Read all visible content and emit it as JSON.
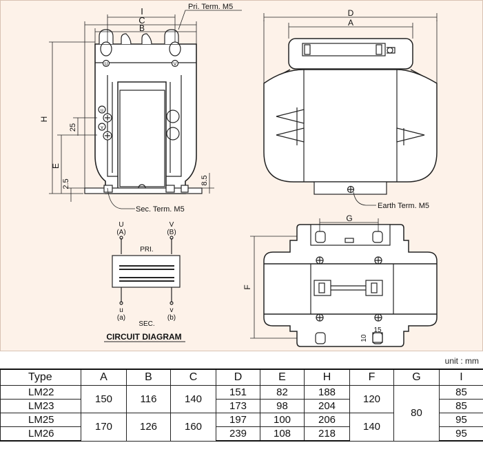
{
  "labels": {
    "pri_term": "Pri. Term. M5",
    "sec_term": "Sec. Term. M5",
    "earth_term": "Earth Term. M5",
    "circuit_diagram": "CIRCUIT DIAGRAM",
    "pri": "PRI.",
    "sec": "SEC.",
    "terminal_u": "U",
    "terminal_v": "V",
    "terminal_A": "(A)",
    "terminal_B": "(B)",
    "terminal_su": "u",
    "terminal_sv": "v",
    "terminal_a": "(a)",
    "terminal_b": "(b)",
    "mark_u": "U",
    "mark_v": "V",
    "mark_su": "u",
    "mark_sv": "v"
  },
  "dimensions": {
    "I": "I",
    "C": "C",
    "B": "B",
    "D": "D",
    "A": "A",
    "H": "H",
    "E": "E",
    "G": "G",
    "F": "F",
    "d25": "25",
    "d2_5": "2.5",
    "d8_5": "8.5",
    "d15": "15",
    "d10": "10"
  },
  "unit": "unit : mm",
  "table": {
    "headers": [
      "Type",
      "A",
      "B",
      "C",
      "D",
      "E",
      "H",
      "F",
      "G",
      "I"
    ],
    "types": [
      "LM22",
      "LM23",
      "LM25",
      "LM26"
    ],
    "A": [
      "150",
      "170"
    ],
    "B": [
      "116",
      "126"
    ],
    "C": [
      "140",
      "160"
    ],
    "D": [
      "151",
      "173",
      "197",
      "239"
    ],
    "E": [
      "82",
      "98",
      "100",
      "108"
    ],
    "H": [
      "188",
      "204",
      "206",
      "218"
    ],
    "F": [
      "120",
      "140"
    ],
    "G": "80",
    "I": [
      "85",
      "85",
      "95",
      "95"
    ]
  }
}
